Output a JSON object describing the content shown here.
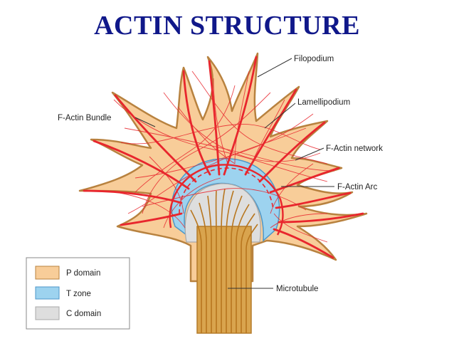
{
  "title": "ACTIN STRUCTURE",
  "labels": {
    "filopodium": "Filopodium",
    "lamellipodium": "Lamellipodium",
    "f_actin_bundle": "F-Actin Bundle",
    "f_actin_network": "F-Actin network",
    "f_actin_arc": "F-Actin Arc",
    "microtubule": "Microtubule"
  },
  "legend": {
    "items": [
      {
        "label": "P domain",
        "color": "#f8cd99"
      },
      {
        "label": "T zone",
        "color": "#9dd3ef"
      },
      {
        "label": "C domain",
        "color": "#dedede"
      }
    ]
  },
  "colors": {
    "actin": "#e8262d",
    "p_domain_outline": "#b8823f",
    "microtubule": "#c98a2c"
  }
}
